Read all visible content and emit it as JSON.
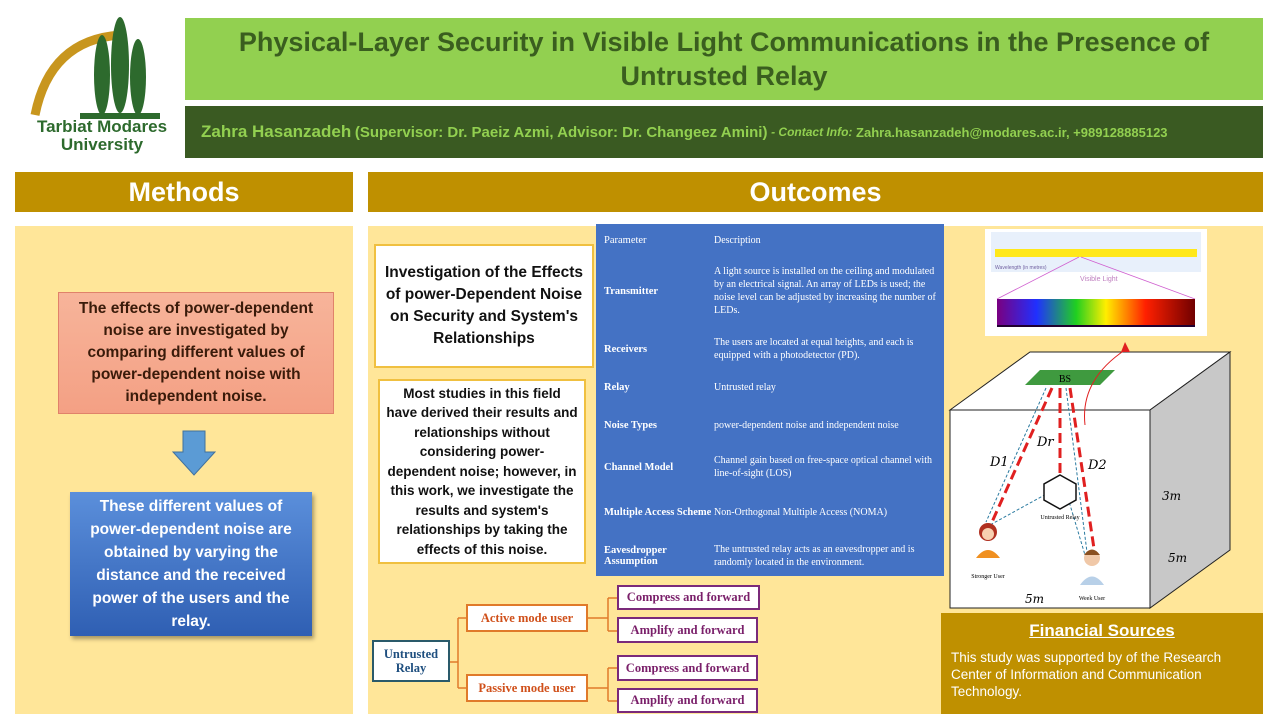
{
  "header": {
    "logo_text": "Tarbiat Modares University",
    "title": "Physical-Layer Security in Visible Light Communications in the Presence of Untrusted Relay",
    "author": "Zahra Hasanzadeh",
    "advisors": "(Supervisor: Dr. Paeiz Azmi, Advisor: Dr. Changeez Amini)",
    "contact_label": "- Contact Info:",
    "contact": "Zahra.hasanzadeh@modares.ac.ir, +989128885123"
  },
  "methods": {
    "heading": "Methods",
    "box1": "The effects of power-dependent noise are investigated by comparing different values of power-dependent noise with independent noise.",
    "box2": "These different values of power-dependent noise are obtained by varying the distance and the received power of the users and the relay."
  },
  "outcomes": {
    "heading": "Outcomes",
    "investigation": "Investigation of the Effects of power-Dependent Noise on Security and System's Relationships",
    "studies": "Most studies in this field have derived their results and relationships without considering power-dependent noise; however, in this work, we investigate the results and system's relationships by taking the effects of this noise.",
    "table": {
      "header": [
        "Parameter",
        "Description"
      ],
      "rows": [
        {
          "k": "Transmitter",
          "v": "A light source is installed on the ceiling and modulated by an electrical signal. An array of LEDs is used; the noise level can be adjusted by increasing the number of LEDs."
        },
        {
          "k": "Receivers",
          "v": "The users are located at equal heights, and each is equipped with a photodetector (PD)."
        },
        {
          "k": "Relay",
          "v": "Untrusted relay"
        },
        {
          "k": "Noise Types",
          "v": "power-dependent noise and independent noise"
        },
        {
          "k": "Channel Model",
          "v": "Channel gain based on free-space optical channel with line-of-sight (LOS)"
        },
        {
          "k": "Multiple Access Scheme",
          "v": "Non-Orthogonal Multiple Access (NOMA)"
        },
        {
          "k": "Eavesdropper Assumption",
          "v": "The untrusted relay acts as an eavesdropper and is randomly located in the environment."
        }
      ]
    },
    "tree": {
      "root": "Untrusted Relay",
      "active": "Active mode user",
      "passive": "Passive mode user",
      "a1": "Compress and forward",
      "a2": "Amplify and forward",
      "p1": "Compress and forward",
      "p2": "Amplify and forward"
    },
    "diagram": {
      "bs": "BS",
      "d1": "D1",
      "dr": "Dr",
      "d2": "D2",
      "relay": "Untrusted Relay",
      "strong": "Stronger User",
      "weak": "Week User",
      "h": "3m",
      "depth": "5m",
      "width": "5m",
      "visible": "Visible Light",
      "wavelength": "Wavelength (in metres)"
    },
    "financial": {
      "title": "Financial Sources",
      "text": "This study was supported by of the Research Center of Information and Communication Technology."
    }
  },
  "colors": {
    "gold": "#bf9000",
    "panel": "#ffe699",
    "green": "#92d050",
    "table": "#4472c4"
  }
}
